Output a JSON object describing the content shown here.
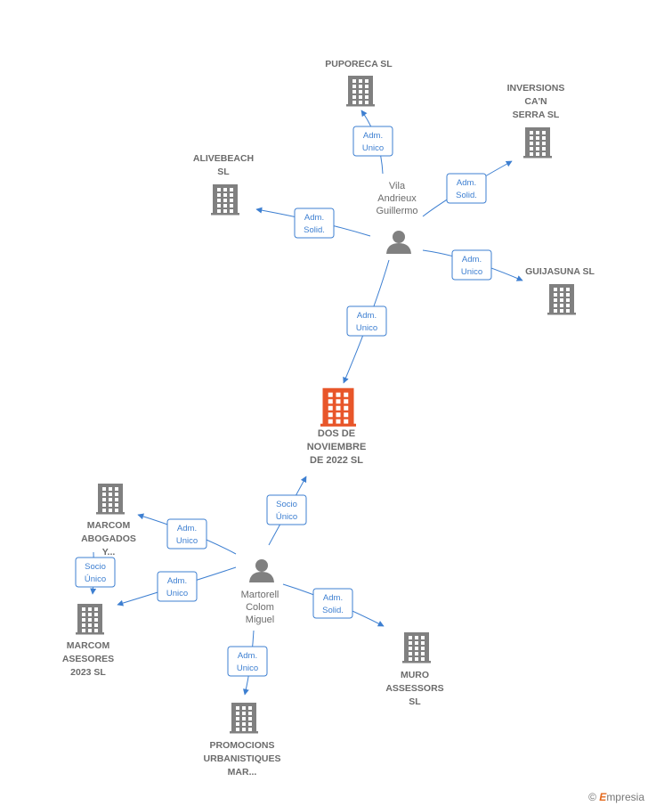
{
  "colors": {
    "company": "#808080",
    "main_company": "#e8562a",
    "person": "#808080",
    "edge": "#3d7fd1"
  },
  "nodes": [
    {
      "id": "dos",
      "type": "company",
      "main": true,
      "lines": [
        "DOS DE",
        "NOVIEMBRE",
        "DE 2022  SL"
      ]
    },
    {
      "id": "vila",
      "type": "person",
      "lines": [
        "Vila",
        "Andrieux",
        "Guillermo"
      ]
    },
    {
      "id": "martorell",
      "type": "person",
      "lines": [
        "Martorell",
        "Colom",
        "Miguel"
      ]
    },
    {
      "id": "puporeca",
      "type": "company",
      "lines": [
        "PUPORECA  SL"
      ]
    },
    {
      "id": "inversions",
      "type": "company",
      "lines": [
        "INVERSIONS",
        "CA'N",
        "SERRA  SL"
      ]
    },
    {
      "id": "alivebeach",
      "type": "company",
      "lines": [
        "ALIVEBEACH",
        "SL"
      ]
    },
    {
      "id": "guijasuna",
      "type": "company",
      "lines": [
        "GUIJASUNA SL"
      ]
    },
    {
      "id": "marcom_abog",
      "type": "company",
      "lines": [
        "MARCOM",
        "ABOGADOS",
        "Y..."
      ]
    },
    {
      "id": "marcom_ases",
      "type": "company",
      "lines": [
        "MARCOM",
        "ASESORES",
        "2023  SL"
      ]
    },
    {
      "id": "promocions",
      "type": "company",
      "lines": [
        "PROMOCIONS",
        "URBANISTIQUES",
        "MAR..."
      ]
    },
    {
      "id": "muro",
      "type": "company",
      "lines": [
        "MURO",
        "ASSESSORS",
        "SL"
      ]
    }
  ],
  "edges": [
    {
      "id": "vila-puporeca",
      "lines": [
        "Adm.",
        "Unico"
      ]
    },
    {
      "id": "vila-inversions",
      "lines": [
        "Adm.",
        "Solid."
      ]
    },
    {
      "id": "vila-alivebeach",
      "lines": [
        "Adm.",
        "Solid."
      ]
    },
    {
      "id": "vila-guijasuna",
      "lines": [
        "Adm.",
        "Unico"
      ]
    },
    {
      "id": "vila-dos",
      "lines": [
        "Adm.",
        "Unico"
      ]
    },
    {
      "id": "martorell-dos",
      "lines": [
        "Socio",
        "Único"
      ]
    },
    {
      "id": "martorell-marcom_abog",
      "lines": [
        "Adm.",
        "Unico"
      ]
    },
    {
      "id": "martorell-marcom_ases",
      "lines": [
        "Adm.",
        "Unico"
      ]
    },
    {
      "id": "marcom_abog-marcom_ases",
      "lines": [
        "Socio",
        "Único"
      ]
    },
    {
      "id": "martorell-muro",
      "lines": [
        "Adm.",
        "Solid."
      ]
    },
    {
      "id": "martorell-promocions",
      "lines": [
        "Adm.",
        "Unico"
      ]
    }
  ],
  "watermark": {
    "symbol": "©",
    "brand_initial": "E",
    "brand_rest": "mpresia"
  }
}
